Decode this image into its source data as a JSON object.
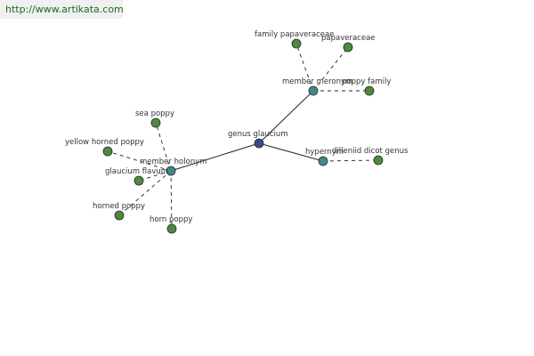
{
  "banner": {
    "text": "http://www.artikata.com"
  },
  "colors": {
    "center_node": "#3a4a8c",
    "relation_node": "#3d8a8c",
    "leaf_node": "#4e8a3e",
    "node_stroke": "#2a2a2a",
    "edge": "#222222"
  },
  "graph": {
    "nodes": [
      {
        "id": "genus-glaucium",
        "label": "genus glaucium",
        "kind": "center"
      },
      {
        "id": "member-meronym",
        "label": "member meronym",
        "kind": "relation"
      },
      {
        "id": "hypernym",
        "label": "hypernym",
        "kind": "relation"
      },
      {
        "id": "member-holonym",
        "label": "member holonym",
        "kind": "relation"
      },
      {
        "id": "family-papaveraceae",
        "label": "family papaveraceae",
        "kind": "leaf"
      },
      {
        "id": "papaveraceae",
        "label": "papaveraceae",
        "kind": "leaf"
      },
      {
        "id": "poppy-family",
        "label": "poppy family",
        "kind": "leaf"
      },
      {
        "id": "dilleniid-dicot-genus",
        "label": "dilleniid dicot genus",
        "kind": "leaf"
      },
      {
        "id": "sea-poppy",
        "label": "sea poppy",
        "kind": "leaf"
      },
      {
        "id": "yellow-horned-poppy",
        "label": "yellow horned poppy",
        "kind": "leaf"
      },
      {
        "id": "glaucium-flavum",
        "label": "glaucium flavum",
        "kind": "leaf"
      },
      {
        "id": "horned-poppy",
        "label": "horned poppy",
        "kind": "leaf"
      },
      {
        "id": "horn-poppy",
        "label": "horn poppy",
        "kind": "leaf"
      }
    ],
    "edges": [
      {
        "from": "genus-glaucium",
        "to": "member-meronym",
        "style": "solid"
      },
      {
        "from": "genus-glaucium",
        "to": "hypernym",
        "style": "solid"
      },
      {
        "from": "genus-glaucium",
        "to": "member-holonym",
        "style": "solid"
      },
      {
        "from": "member-meronym",
        "to": "family-papaveraceae",
        "style": "dashed"
      },
      {
        "from": "member-meronym",
        "to": "papaveraceae",
        "style": "dashed"
      },
      {
        "from": "member-meronym",
        "to": "poppy-family",
        "style": "dashed"
      },
      {
        "from": "hypernym",
        "to": "dilleniid-dicot-genus",
        "style": "dashed"
      },
      {
        "from": "member-holonym",
        "to": "sea-poppy",
        "style": "dashed"
      },
      {
        "from": "member-holonym",
        "to": "yellow-horned-poppy",
        "style": "dashed"
      },
      {
        "from": "member-holonym",
        "to": "glaucium-flavum",
        "style": "dashed"
      },
      {
        "from": "member-holonym",
        "to": "horned-poppy",
        "style": "dashed"
      },
      {
        "from": "member-holonym",
        "to": "horn-poppy",
        "style": "dashed"
      }
    ]
  }
}
